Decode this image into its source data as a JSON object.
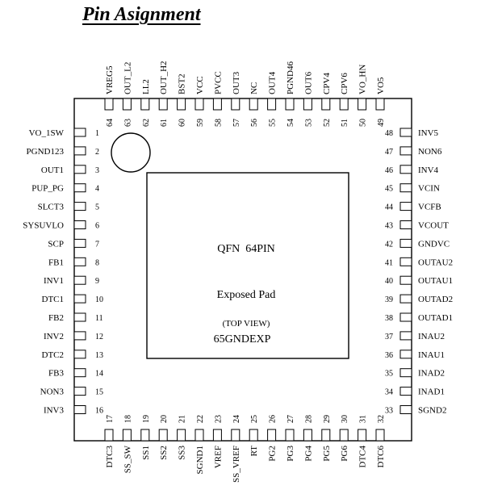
{
  "title": "Pin Asignment",
  "package": {
    "label": "QFN  64PIN",
    "pad_label": "Exposed Pad",
    "view_label": "(TOP VIEW)",
    "exp_pin_label": "65GNDEXP"
  },
  "pins": {
    "left": [
      {
        "num": "1",
        "name": "VO_1SW"
      },
      {
        "num": "2",
        "name": "PGND123"
      },
      {
        "num": "3",
        "name": "OUT1"
      },
      {
        "num": "4",
        "name": "PUP_PG"
      },
      {
        "num": "5",
        "name": "SLCT3"
      },
      {
        "num": "6",
        "name": "SYSUVLO"
      },
      {
        "num": "7",
        "name": "SCP"
      },
      {
        "num": "8",
        "name": "FB1"
      },
      {
        "num": "9",
        "name": "INV1"
      },
      {
        "num": "10",
        "name": "DTC1"
      },
      {
        "num": "11",
        "name": "FB2"
      },
      {
        "num": "12",
        "name": "INV2"
      },
      {
        "num": "13",
        "name": "DTC2"
      },
      {
        "num": "14",
        "name": "FB3"
      },
      {
        "num": "15",
        "name": "NON3"
      },
      {
        "num": "16",
        "name": "INV3"
      }
    ],
    "bottom": [
      {
        "num": "17",
        "name": "DTC3"
      },
      {
        "num": "18",
        "name": "SS_SW"
      },
      {
        "num": "19",
        "name": "SS1"
      },
      {
        "num": "20",
        "name": "SS2"
      },
      {
        "num": "21",
        "name": "SS3"
      },
      {
        "num": "22",
        "name": "SGND1"
      },
      {
        "num": "23",
        "name": "VREF"
      },
      {
        "num": "24",
        "name": "SS_VREF"
      },
      {
        "num": "25",
        "name": "RT"
      },
      {
        "num": "26",
        "name": "PG2"
      },
      {
        "num": "27",
        "name": "PG3"
      },
      {
        "num": "28",
        "name": "PG4"
      },
      {
        "num": "29",
        "name": "PG5"
      },
      {
        "num": "30",
        "name": "PG6"
      },
      {
        "num": "31",
        "name": "DTC4"
      },
      {
        "num": "32",
        "name": "DTC6"
      }
    ],
    "right": [
      {
        "num": "48",
        "name": "INV5"
      },
      {
        "num": "47",
        "name": "NON6"
      },
      {
        "num": "46",
        "name": "INV4"
      },
      {
        "num": "45",
        "name": "VCIN"
      },
      {
        "num": "44",
        "name": "VCFB"
      },
      {
        "num": "43",
        "name": "VCOUT"
      },
      {
        "num": "42",
        "name": "GNDVC"
      },
      {
        "num": "41",
        "name": "OUTAU2"
      },
      {
        "num": "40",
        "name": "OUTAU1"
      },
      {
        "num": "39",
        "name": "OUTAD2"
      },
      {
        "num": "38",
        "name": "OUTAD1"
      },
      {
        "num": "37",
        "name": "INAU2"
      },
      {
        "num": "36",
        "name": "INAU1"
      },
      {
        "num": "35",
        "name": "INAD2"
      },
      {
        "num": "34",
        "name": "INAD1"
      },
      {
        "num": "33",
        "name": "SGND2"
      }
    ],
    "top": [
      {
        "num": "64",
        "name": "VREG5"
      },
      {
        "num": "63",
        "name": "OUT_L2"
      },
      {
        "num": "62",
        "name": "LL2"
      },
      {
        "num": "61",
        "name": "OUT_H2"
      },
      {
        "num": "60",
        "name": "BST2"
      },
      {
        "num": "59",
        "name": "VCC"
      },
      {
        "num": "58",
        "name": "PVCC"
      },
      {
        "num": "57",
        "name": "OUT3"
      },
      {
        "num": "56",
        "name": "NC"
      },
      {
        "num": "55",
        "name": "OUT4"
      },
      {
        "num": "54",
        "name": "PGND46"
      },
      {
        "num": "53",
        "name": "OUT6"
      },
      {
        "num": "52",
        "name": "CPV4"
      },
      {
        "num": "51",
        "name": "CPV6"
      },
      {
        "num": "50",
        "name": "VO_HN"
      },
      {
        "num": "49",
        "name": "VO5"
      }
    ]
  }
}
